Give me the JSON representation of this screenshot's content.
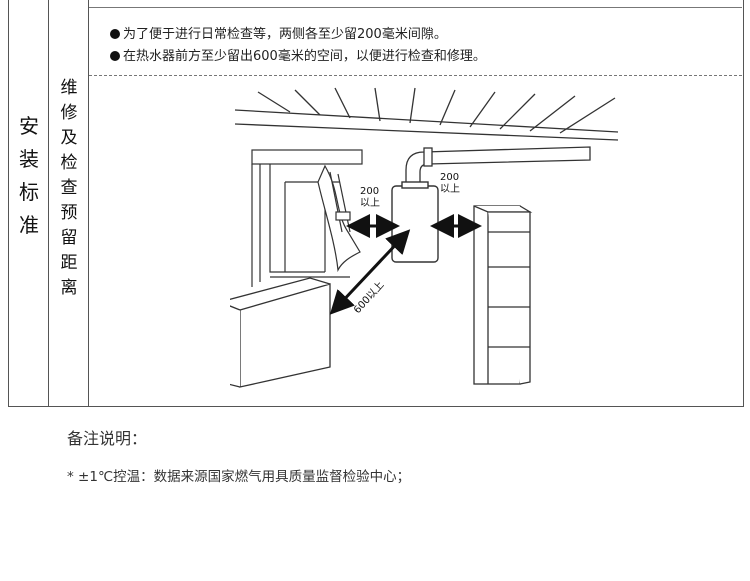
{
  "category_label": [
    "安",
    "装",
    "标",
    "准"
  ],
  "sub_label": [
    "维",
    "修",
    "及",
    "检",
    "查",
    "预",
    "留",
    "距",
    "离"
  ],
  "bullets": [
    "为了便于进行日常检查等，两侧各至少留200毫米间隙。",
    "在热水器前方至少留出600毫米的空间，以便进行检查和修理。"
  ],
  "diagram": {
    "left_gap_value": "200",
    "left_gap_unit": "以上",
    "right_gap_value": "200",
    "right_gap_unit": "以上",
    "front_gap": "600以上"
  },
  "notes": {
    "title": "备注说明：",
    "items": [
      "* ±1℃控温：数据来源国家燃气用具质量监督检验中心；"
    ]
  },
  "colors": {
    "line": "#555555",
    "text": "#222222"
  }
}
